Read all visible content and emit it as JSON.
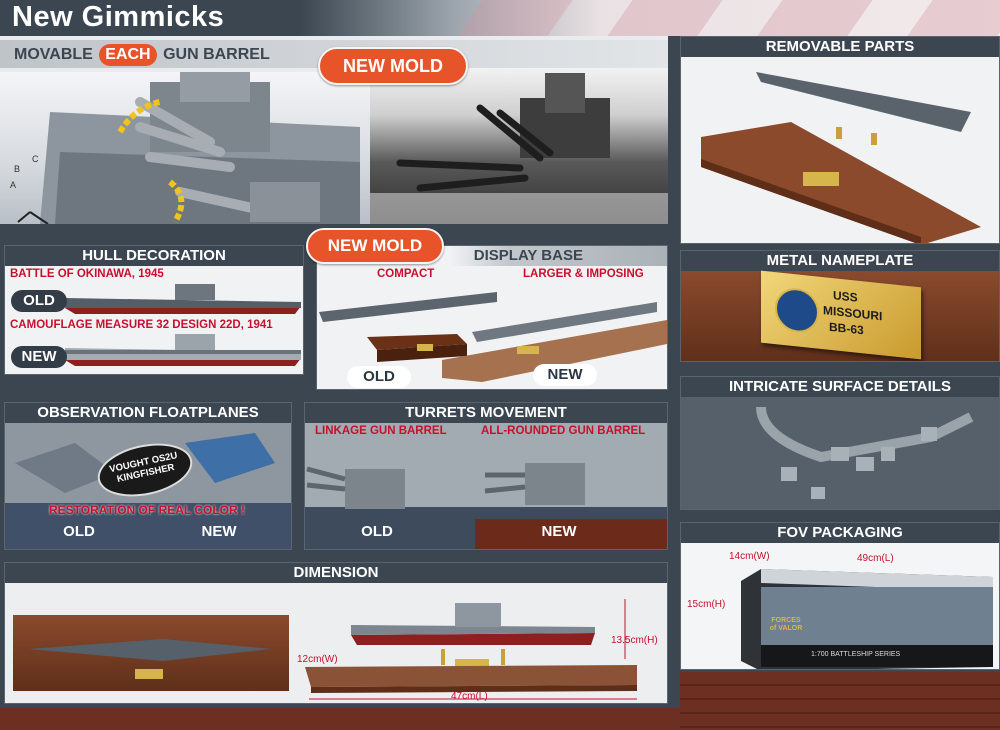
{
  "header": {
    "title": "New Gimmicks"
  },
  "gun_barrel": {
    "prefix": "MOVABLE",
    "each": "EACH",
    "suffix": "GUN BARREL",
    "badge": "NEW MOLD",
    "dial": [
      "A",
      "B",
      "C"
    ]
  },
  "removable_parts": {
    "title": "REMOVABLE PARTS"
  },
  "hull": {
    "title": "HULL DECORATION",
    "old_caption": "BATTLE OF OKINAWA, 1945",
    "new_caption": "CAMOUFLAGE MEASURE 32 DESIGN 22D, 1941",
    "old_label": "OLD",
    "new_label": "NEW"
  },
  "display_base": {
    "title": "DISPLAY BASE",
    "badge": "NEW MOLD",
    "compact": "COMPACT",
    "larger": "LARGER & IMPOSING",
    "old_label": "OLD",
    "new_label": "NEW"
  },
  "nameplate": {
    "title": "METAL NAMEPLATE",
    "line1": "USS",
    "line2": "MISSOURI",
    "line3": "BB-63"
  },
  "floatplanes": {
    "title": "OBSERVATION FLOATPLANES",
    "plane": "VOUGHT OS2U",
    "plane2": "KINGFISHER",
    "restoration": "RESTORATION OF REAL COLOR !",
    "old_label": "OLD",
    "new_label": "NEW"
  },
  "turrets": {
    "title": "TURRETS MOVEMENT",
    "linkage": "LINKAGE GUN BARREL",
    "rounded": "ALL-ROUNDED GUN BARREL",
    "old_label": "OLD",
    "new_label": "NEW"
  },
  "surface": {
    "title": "INTRICATE SURFACE DETAILS"
  },
  "packaging": {
    "title": "FOV PACKAGING",
    "width": "14cm(W)",
    "length": "49cm(L)",
    "height": "15cm(H)",
    "brand": "FORCES of VALOR",
    "series": "1:700 BATTLESHIP SERIES"
  },
  "dimension": {
    "title": "DIMENSION",
    "height": "13.5cm(H)",
    "width": "12cm(W)",
    "length": "47cm(L)"
  },
  "colors": {
    "bar": "#3c4651",
    "accent": "#e8542a",
    "red": "#c8102e",
    "bg": "#3b4650"
  }
}
